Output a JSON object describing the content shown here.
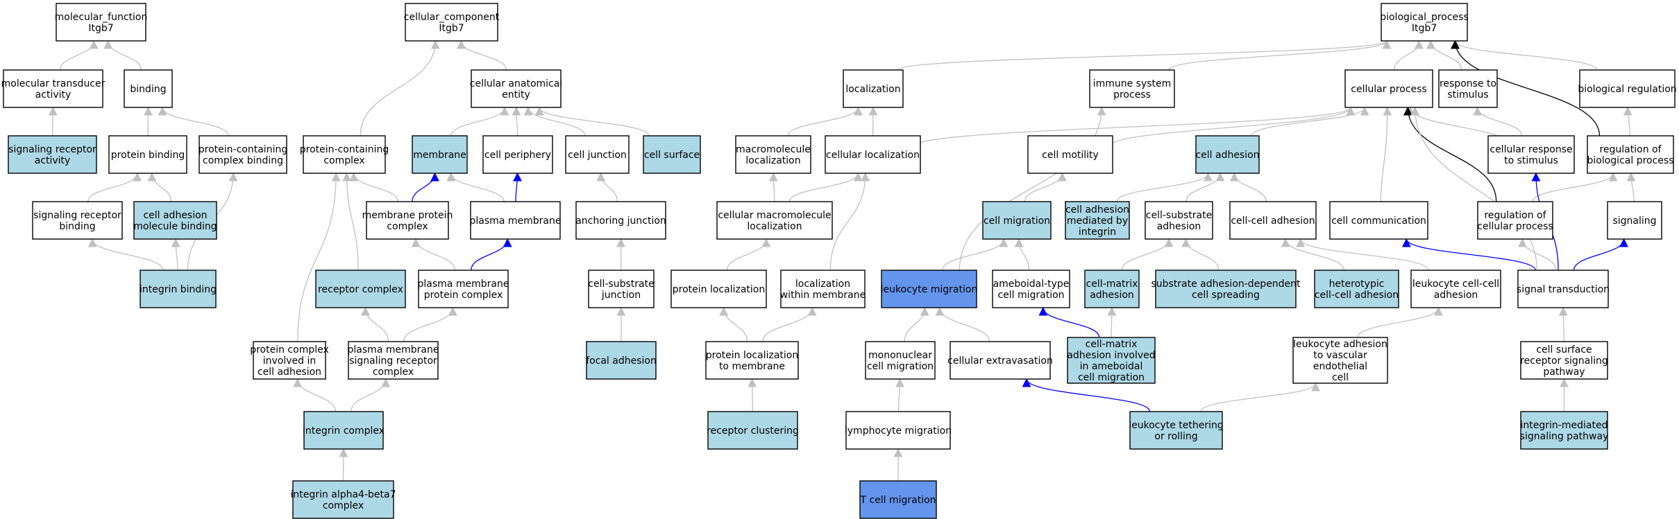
{
  "colors": {
    "plain": "#ffffff",
    "light": "#add8e6",
    "dark": "#6495ed",
    "edge_gray": "#c0c0c0",
    "edge_blue": "#0000ff",
    "edge_black": "#000000"
  },
  "nodes": [
    {
      "id": "mf",
      "lines": [
        "molecular_function",
        "Itgb7"
      ],
      "fill": "plain"
    },
    {
      "id": "mta",
      "lines": [
        "molecular transducer",
        "activity"
      ],
      "fill": "plain"
    },
    {
      "id": "binding",
      "lines": [
        "binding"
      ],
      "fill": "plain"
    },
    {
      "id": "sra",
      "lines": [
        "signaling receptor",
        "activity"
      ],
      "fill": "light"
    },
    {
      "id": "pb",
      "lines": [
        "protein binding"
      ],
      "fill": "plain"
    },
    {
      "id": "pccb",
      "lines": [
        "protein-containing",
        "complex binding"
      ],
      "fill": "plain"
    },
    {
      "id": "srb",
      "lines": [
        "signaling receptor",
        "binding"
      ],
      "fill": "plain"
    },
    {
      "id": "camb",
      "lines": [
        "cell adhesion",
        "molecule binding"
      ],
      "fill": "light"
    },
    {
      "id": "ib",
      "lines": [
        "integrin binding"
      ],
      "fill": "light"
    },
    {
      "id": "cc",
      "lines": [
        "cellular_component",
        "Itgb7"
      ],
      "fill": "plain"
    },
    {
      "id": "cae",
      "lines": [
        "cellular anatomical",
        "entity"
      ],
      "fill": "plain"
    },
    {
      "id": "pcc",
      "lines": [
        "protein-containing",
        "complex"
      ],
      "fill": "plain"
    },
    {
      "id": "mem",
      "lines": [
        "membrane"
      ],
      "fill": "light"
    },
    {
      "id": "cper",
      "lines": [
        "cell periphery"
      ],
      "fill": "plain"
    },
    {
      "id": "cj",
      "lines": [
        "cell junction"
      ],
      "fill": "plain"
    },
    {
      "id": "csurf",
      "lines": [
        "cell surface"
      ],
      "fill": "light"
    },
    {
      "id": "mpc",
      "lines": [
        "membrane protein",
        "complex"
      ],
      "fill": "plain"
    },
    {
      "id": "pm",
      "lines": [
        "plasma membrane"
      ],
      "fill": "plain"
    },
    {
      "id": "aj",
      "lines": [
        "anchoring junction"
      ],
      "fill": "plain"
    },
    {
      "id": "rc",
      "lines": [
        "receptor complex"
      ],
      "fill": "light"
    },
    {
      "id": "pmpc",
      "lines": [
        "plasma membrane",
        "protein complex"
      ],
      "fill": "plain"
    },
    {
      "id": "csj",
      "lines": [
        "cell-substrate",
        "junction"
      ],
      "fill": "plain"
    },
    {
      "id": "pcica",
      "lines": [
        "protein complex",
        "involved in",
        "cell adhesion"
      ],
      "fill": "plain"
    },
    {
      "id": "pmsrc",
      "lines": [
        "plasma membrane",
        "signaling receptor",
        "complex"
      ],
      "fill": "plain"
    },
    {
      "id": "fa",
      "lines": [
        "focal adhesion"
      ],
      "fill": "light"
    },
    {
      "id": "ic",
      "lines": [
        "integrin complex"
      ],
      "fill": "light"
    },
    {
      "id": "ia4b7",
      "lines": [
        "integrin alpha4-beta7",
        "complex"
      ],
      "fill": "light"
    },
    {
      "id": "bp",
      "lines": [
        "biological_process",
        "Itgb7"
      ],
      "fill": "plain"
    },
    {
      "id": "loc",
      "lines": [
        "localization"
      ],
      "fill": "plain"
    },
    {
      "id": "isp",
      "lines": [
        "immune system",
        "process"
      ],
      "fill": "plain"
    },
    {
      "id": "cp",
      "lines": [
        "cellular process"
      ],
      "fill": "plain"
    },
    {
      "id": "rts",
      "lines": [
        "response to",
        "stimulus"
      ],
      "fill": "plain"
    },
    {
      "id": "breg",
      "lines": [
        "biological regulation"
      ],
      "fill": "plain"
    },
    {
      "id": "mloc",
      "lines": [
        "macromolecule",
        "localization"
      ],
      "fill": "plain"
    },
    {
      "id": "cloc",
      "lines": [
        "cellular localization"
      ],
      "fill": "plain"
    },
    {
      "id": "cmot",
      "lines": [
        "cell motility"
      ],
      "fill": "plain"
    },
    {
      "id": "cadh",
      "lines": [
        "cell adhesion"
      ],
      "fill": "light"
    },
    {
      "id": "crs",
      "lines": [
        "cellular response",
        "to stimulus"
      ],
      "fill": "plain"
    },
    {
      "id": "rbp",
      "lines": [
        "regulation of",
        "biological process"
      ],
      "fill": "plain"
    },
    {
      "id": "cmml",
      "lines": [
        "cellular macromolecule",
        "localization"
      ],
      "fill": "plain"
    },
    {
      "id": "cmig",
      "lines": [
        "cell migration"
      ],
      "fill": "light"
    },
    {
      "id": "cami",
      "lines": [
        "cell adhesion",
        "mediated by",
        "integrin"
      ],
      "fill": "light"
    },
    {
      "id": "csa",
      "lines": [
        "cell-substrate",
        "adhesion"
      ],
      "fill": "plain"
    },
    {
      "id": "cca",
      "lines": [
        "cell-cell adhesion"
      ],
      "fill": "plain"
    },
    {
      "id": "ccom",
      "lines": [
        "cell communication"
      ],
      "fill": "plain"
    },
    {
      "id": "rcp",
      "lines": [
        "regulation of",
        "cellular process"
      ],
      "fill": "plain"
    },
    {
      "id": "sig",
      "lines": [
        "signaling"
      ],
      "fill": "plain"
    },
    {
      "id": "ploc",
      "lines": [
        "protein localization"
      ],
      "fill": "plain"
    },
    {
      "id": "lwm",
      "lines": [
        "localization",
        "within membrane"
      ],
      "fill": "plain"
    },
    {
      "id": "lmig",
      "lines": [
        "leukocyte migration"
      ],
      "fill": "dark"
    },
    {
      "id": "atcm",
      "lines": [
        "ameboidal-type",
        "cell migration"
      ],
      "fill": "plain"
    },
    {
      "id": "cma",
      "lines": [
        "cell-matrix",
        "adhesion"
      ],
      "fill": "light"
    },
    {
      "id": "sadcs",
      "lines": [
        "substrate adhesion-dependent",
        "cell spreading"
      ],
      "fill": "light"
    },
    {
      "id": "hcca",
      "lines": [
        "heterotypic",
        "cell-cell adhesion"
      ],
      "fill": "light"
    },
    {
      "id": "lcca",
      "lines": [
        "leukocyte cell-cell",
        "adhesion"
      ],
      "fill": "plain"
    },
    {
      "id": "st",
      "lines": [
        "signal transduction"
      ],
      "fill": "plain"
    },
    {
      "id": "pltm",
      "lines": [
        "protein localization",
        "to membrane"
      ],
      "fill": "plain"
    },
    {
      "id": "mcm",
      "lines": [
        "mononuclear",
        "cell migration"
      ],
      "fill": "plain"
    },
    {
      "id": "cext",
      "lines": [
        "cellular extravasation"
      ],
      "fill": "plain"
    },
    {
      "id": "cmaia",
      "lines": [
        "cell-matrix",
        "adhesion involved",
        "in ameboidal",
        "cell migration"
      ],
      "fill": "light"
    },
    {
      "id": "lavec",
      "lines": [
        "leukocyte adhesion",
        "to vascular",
        "endothelial",
        "cell"
      ],
      "fill": "plain"
    },
    {
      "id": "csrsp",
      "lines": [
        "cell surface",
        "receptor signaling",
        "pathway"
      ],
      "fill": "plain"
    },
    {
      "id": "rclus",
      "lines": [
        "receptor clustering"
      ],
      "fill": "light"
    },
    {
      "id": "lymig",
      "lines": [
        "lymphocyte migration"
      ],
      "fill": "plain"
    },
    {
      "id": "ltr",
      "lines": [
        "leukocyte tethering",
        "or rolling"
      ],
      "fill": "light"
    },
    {
      "id": "imsp",
      "lines": [
        "integrin-mediated",
        "signaling pathway"
      ],
      "fill": "light"
    },
    {
      "id": "tcm",
      "lines": [
        "T cell migration"
      ],
      "fill": "dark"
    }
  ],
  "edges": [
    {
      "from": "mta",
      "to": "mf",
      "color": "gray"
    },
    {
      "from": "binding",
      "to": "mf",
      "color": "gray"
    },
    {
      "from": "sra",
      "to": "mta",
      "color": "gray"
    },
    {
      "from": "pb",
      "to": "binding",
      "color": "gray"
    },
    {
      "from": "pccb",
      "to": "binding",
      "color": "gray"
    },
    {
      "from": "srb",
      "to": "pb",
      "color": "gray"
    },
    {
      "from": "camb",
      "to": "pb",
      "color": "gray"
    },
    {
      "from": "ib",
      "to": "srb",
      "color": "gray"
    },
    {
      "from": "ib",
      "to": "camb",
      "color": "gray"
    },
    {
      "from": "ib",
      "to": "pccb",
      "color": "gray"
    },
    {
      "from": "pcc",
      "to": "cc",
      "color": "gray"
    },
    {
      "from": "cae",
      "to": "cc",
      "color": "gray"
    },
    {
      "from": "mem",
      "to": "cae",
      "color": "gray"
    },
    {
      "from": "cper",
      "to": "cae",
      "color": "gray"
    },
    {
      "from": "cj",
      "to": "cae",
      "color": "gray"
    },
    {
      "from": "csurf",
      "to": "cae",
      "color": "gray"
    },
    {
      "from": "mpc",
      "to": "pcc",
      "color": "gray"
    },
    {
      "from": "mpc",
      "to": "mem",
      "color": "blue"
    },
    {
      "from": "pm",
      "to": "mem",
      "color": "gray"
    },
    {
      "from": "pm",
      "to": "cper",
      "color": "blue"
    },
    {
      "from": "aj",
      "to": "cj",
      "color": "gray"
    },
    {
      "from": "rc",
      "to": "pcc",
      "color": "gray"
    },
    {
      "from": "pmpc",
      "to": "mpc",
      "color": "gray"
    },
    {
      "from": "pmpc",
      "to": "pm",
      "color": "blue"
    },
    {
      "from": "csj",
      "to": "aj",
      "color": "gray"
    },
    {
      "from": "pcica",
      "to": "pcc",
      "color": "gray"
    },
    {
      "from": "pmsrc",
      "to": "rc",
      "color": "gray"
    },
    {
      "from": "pmsrc",
      "to": "pmpc",
      "color": "gray"
    },
    {
      "from": "fa",
      "to": "csj",
      "color": "gray"
    },
    {
      "from": "ic",
      "to": "pcica",
      "color": "gray"
    },
    {
      "from": "ic",
      "to": "pmsrc",
      "color": "gray"
    },
    {
      "from": "ia4b7",
      "to": "ic",
      "color": "gray"
    },
    {
      "from": "loc",
      "to": "bp",
      "color": "gray"
    },
    {
      "from": "isp",
      "to": "bp",
      "color": "gray"
    },
    {
      "from": "cp",
      "to": "bp",
      "color": "gray"
    },
    {
      "from": "rts",
      "to": "bp",
      "color": "gray"
    },
    {
      "from": "breg",
      "to": "bp",
      "color": "gray"
    },
    {
      "from": "rbp",
      "to": "bp",
      "color": "black"
    },
    {
      "from": "mloc",
      "to": "loc",
      "color": "gray"
    },
    {
      "from": "cloc",
      "to": "loc",
      "color": "gray"
    },
    {
      "from": "cloc",
      "to": "cp",
      "color": "gray"
    },
    {
      "from": "cmot",
      "to": "cp",
      "color": "gray"
    },
    {
      "from": "cadh",
      "to": "cp",
      "color": "gray"
    },
    {
      "from": "crs",
      "to": "cp",
      "color": "gray"
    },
    {
      "from": "crs",
      "to": "rts",
      "color": "gray"
    },
    {
      "from": "rbp",
      "to": "breg",
      "color": "gray"
    },
    {
      "from": "cmml",
      "to": "mloc",
      "color": "gray"
    },
    {
      "from": "cmml",
      "to": "cloc",
      "color": "gray"
    },
    {
      "from": "cmig",
      "to": "cmot",
      "color": "gray"
    },
    {
      "from": "cami",
      "to": "cadh",
      "color": "gray"
    },
    {
      "from": "csa",
      "to": "cadh",
      "color": "gray"
    },
    {
      "from": "cca",
      "to": "cadh",
      "color": "gray"
    },
    {
      "from": "ccom",
      "to": "cp",
      "color": "gray"
    },
    {
      "from": "rcp",
      "to": "cp",
      "color": "black"
    },
    {
      "from": "rcp",
      "to": "rbp",
      "color": "gray"
    },
    {
      "from": "sig",
      "to": "rbp",
      "color": "gray"
    },
    {
      "from": "ploc",
      "to": "cmml",
      "color": "gray"
    },
    {
      "from": "lwm",
      "to": "cloc",
      "color": "gray"
    },
    {
      "from": "lmig",
      "to": "cmig",
      "color": "gray"
    },
    {
      "from": "lmig",
      "to": "isp",
      "color": "gray"
    },
    {
      "from": "atcm",
      "to": "cmig",
      "color": "gray"
    },
    {
      "from": "cma",
      "to": "csa",
      "color": "gray"
    },
    {
      "from": "sadcs",
      "to": "csa",
      "color": "gray"
    },
    {
      "from": "hcca",
      "to": "cca",
      "color": "gray"
    },
    {
      "from": "lcca",
      "to": "cca",
      "color": "gray"
    },
    {
      "from": "st",
      "to": "ccom",
      "color": "blue"
    },
    {
      "from": "st",
      "to": "rcp",
      "color": "gray"
    },
    {
      "from": "st",
      "to": "cp",
      "color": "gray"
    },
    {
      "from": "st",
      "to": "crs",
      "color": "blue"
    },
    {
      "from": "st",
      "to": "sig",
      "color": "blue"
    },
    {
      "from": "pltm",
      "to": "ploc",
      "color": "gray"
    },
    {
      "from": "pltm",
      "to": "lwm",
      "color": "gray"
    },
    {
      "from": "mcm",
      "to": "lmig",
      "color": "gray"
    },
    {
      "from": "cext",
      "to": "lmig",
      "color": "gray"
    },
    {
      "from": "cmaia",
      "to": "atcm",
      "color": "blue"
    },
    {
      "from": "cmaia",
      "to": "cma",
      "color": "gray"
    },
    {
      "from": "lavec",
      "to": "lcca",
      "color": "gray"
    },
    {
      "from": "csrsp",
      "to": "st",
      "color": "gray"
    },
    {
      "from": "rclus",
      "to": "pltm",
      "color": "gray"
    },
    {
      "from": "lymig",
      "to": "mcm",
      "color": "gray"
    },
    {
      "from": "ltr",
      "to": "cext",
      "color": "blue"
    },
    {
      "from": "ltr",
      "to": "lavec",
      "color": "gray"
    },
    {
      "from": "imsp",
      "to": "csrsp",
      "color": "gray"
    },
    {
      "from": "tcm",
      "to": "lymig",
      "color": "gray"
    }
  ]
}
